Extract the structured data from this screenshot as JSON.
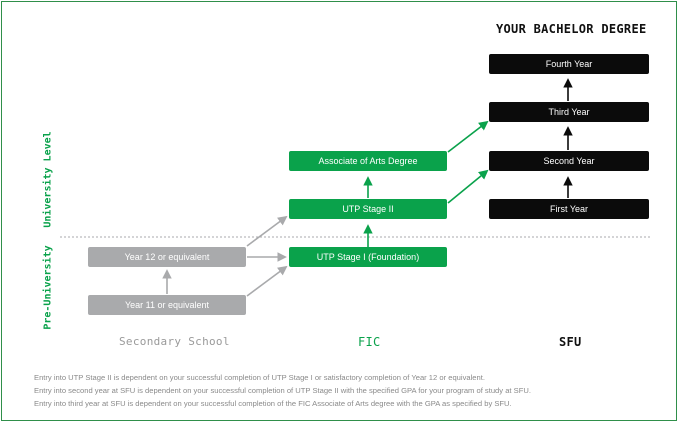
{
  "heading": "YOUR BACHELOR DEGREE",
  "side_labels": {
    "upper": "University Level",
    "lower": "Pre-University"
  },
  "columns": {
    "school": "Secondary School",
    "fic": "FIC",
    "sfu": "SFU"
  },
  "school_boxes": {
    "year12": "Year 12 or equivalent",
    "year11": "Year 11 or equivalent"
  },
  "fic_boxes": {
    "associate": "Associate of Arts Degree",
    "stage2": "UTP Stage II",
    "stage1": "UTP Stage I (Foundation)"
  },
  "sfu_boxes": {
    "fourth": "Fourth Year",
    "third": "Third Year",
    "second": "Second Year",
    "first": "First Year"
  },
  "footnotes": [
    "Entry into UTP Stage II is dependent on your successful completion of UTP Stage I or satisfactory completion of Year 12 or equivalent.",
    "Entry into second year at SFU is dependent on your successful completion of UTP Stage II with the specified GPA for your program of study at SFU.",
    "Entry into third year at SFU is dependent on your successful completion of the FIC Associate of Arts degree with the GPA as specified by SFU."
  ],
  "colors": {
    "border": "#2f8f4a",
    "green": "#0aa24b",
    "gray": "#a9aaac",
    "black": "#0b0b0b"
  }
}
